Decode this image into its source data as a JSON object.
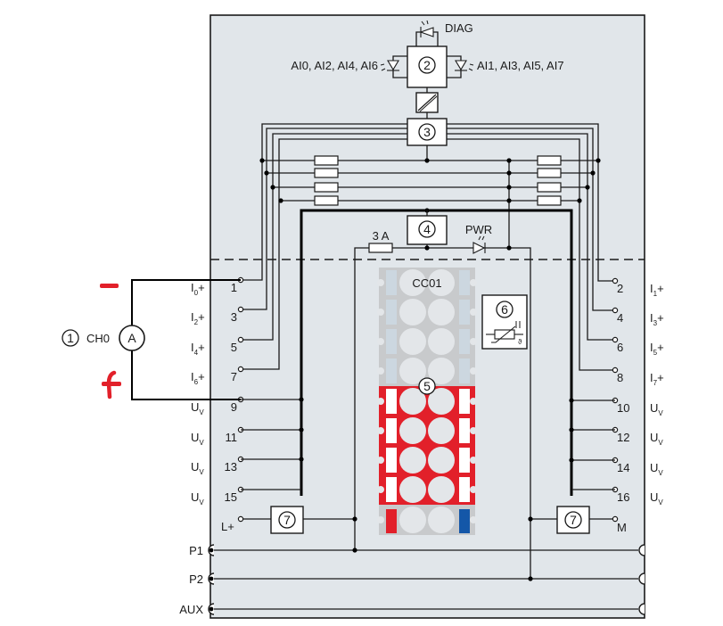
{
  "diagram": {
    "title": "Wiring diagram: current measurement 2-wire transducer on channel CH0",
    "colors": {
      "module_fill": "#e1e6ea",
      "line": "#1a1a1a",
      "red": "#e2202a",
      "blue": "#1457a8",
      "connector_gray": "#c8cacc",
      "connector_light": "#e3e6e9"
    },
    "leds": {
      "diag": "DIAG",
      "left_group": "AI0, AI2, AI4, AI6",
      "right_group": "AI1, AI3, AI5, AI7",
      "pwr": "PWR"
    },
    "callouts": {
      "c1": "1",
      "c2": "2",
      "c3": "3",
      "c4": "4",
      "c5": "5",
      "c6": "6",
      "c7_left": "7",
      "c7_right": "7"
    },
    "fuse_label": "3 A",
    "coding_element": "CC01",
    "external": {
      "channel": "CH0",
      "meter": "A",
      "minus": "−",
      "plus": "+"
    },
    "left_terminals": [
      {
        "num": "1",
        "sig": "I",
        "sub": "0",
        "suffix": "+"
      },
      {
        "num": "3",
        "sig": "I",
        "sub": "2",
        "suffix": "+"
      },
      {
        "num": "5",
        "sig": "I",
        "sub": "4",
        "suffix": "+"
      },
      {
        "num": "7",
        "sig": "I",
        "sub": "6",
        "suffix": "+"
      },
      {
        "num": "9",
        "sig": "U",
        "sub": "V",
        "suffix": ""
      },
      {
        "num": "11",
        "sig": "U",
        "sub": "V",
        "suffix": ""
      },
      {
        "num": "13",
        "sig": "U",
        "sub": "V",
        "suffix": ""
      },
      {
        "num": "15",
        "sig": "U",
        "sub": "V",
        "suffix": ""
      }
    ],
    "right_terminals": [
      {
        "num": "2",
        "sig": "I",
        "sub": "1",
        "suffix": "+"
      },
      {
        "num": "4",
        "sig": "I",
        "sub": "3",
        "suffix": "+"
      },
      {
        "num": "6",
        "sig": "I",
        "sub": "5",
        "suffix": "+"
      },
      {
        "num": "8",
        "sig": "I",
        "sub": "7",
        "suffix": "+"
      },
      {
        "num": "10",
        "sig": "U",
        "sub": "V",
        "suffix": ""
      },
      {
        "num": "12",
        "sig": "U",
        "sub": "V",
        "suffix": ""
      },
      {
        "num": "14",
        "sig": "U",
        "sub": "V",
        "suffix": ""
      },
      {
        "num": "16",
        "sig": "U",
        "sub": "V",
        "suffix": ""
      }
    ],
    "supply": {
      "lplus": "L+",
      "m": "M"
    },
    "buses": [
      "P1",
      "P2",
      "AUX"
    ]
  }
}
